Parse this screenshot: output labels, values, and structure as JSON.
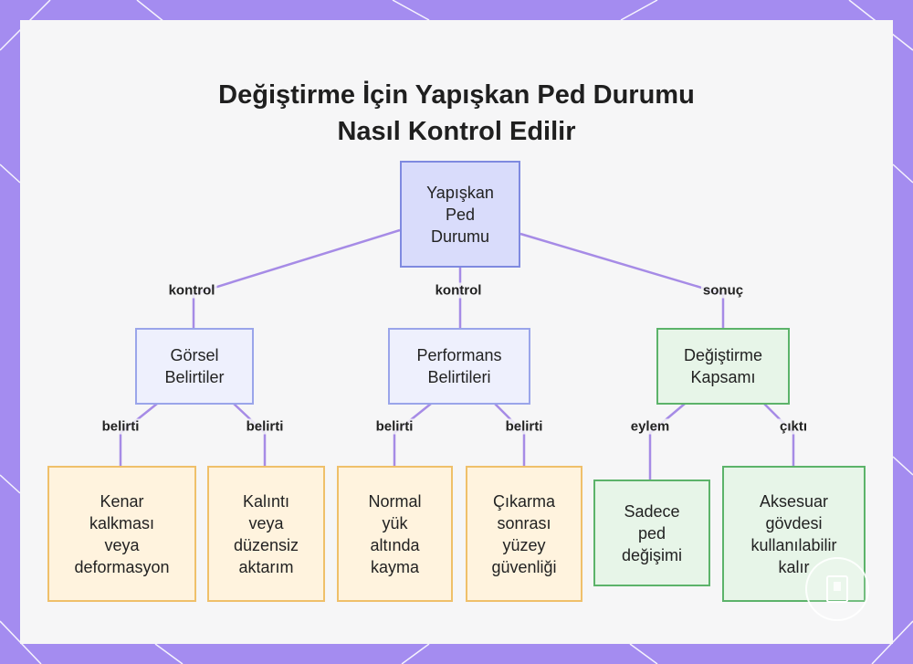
{
  "title": {
    "line1": "Değiştirme İçin Yapışkan Ped Durumu",
    "line2": "Nasıl Kontrol Edilir"
  },
  "nodes": {
    "root": [
      "Yapışkan",
      "Ped",
      "Durumu"
    ],
    "visual": [
      "Görsel",
      "Belirtiler"
    ],
    "performance": [
      "Performans",
      "Belirtileri"
    ],
    "scope": [
      "Değiştirme",
      "Kapsamı"
    ],
    "edge_lift": [
      "Kenar",
      "kalkması",
      "veya",
      "deformasyon"
    ],
    "residue": [
      "Kalıntı",
      "veya",
      "düzensiz",
      "aktarım"
    ],
    "slip": [
      "Normal",
      "yük",
      "altında",
      "kayma"
    ],
    "surface": [
      "Çıkarma",
      "sonrası",
      "yüzey",
      "güvenliği"
    ],
    "pad_only": [
      "Sadece",
      "ped",
      "değişimi"
    ],
    "body": [
      "Aksesuar",
      "gövdesi",
      "kullanılabilir",
      "kalır"
    ]
  },
  "edge_labels": {
    "root_visual": "kontrol",
    "root_performance": "kontrol",
    "root_scope": "sonuç",
    "visual_edge_lift": "belirti",
    "visual_residue": "belirti",
    "performance_slip": "belirti",
    "performance_surface": "belirti",
    "scope_pad_only": "eylem",
    "scope_body": "çıktı"
  },
  "colors": {
    "frame": "#a48cf0",
    "connector": "#a68be6",
    "root_fill": "#d9dcfb",
    "green_border": "#5cb36a",
    "orange_border": "#efc06a"
  }
}
